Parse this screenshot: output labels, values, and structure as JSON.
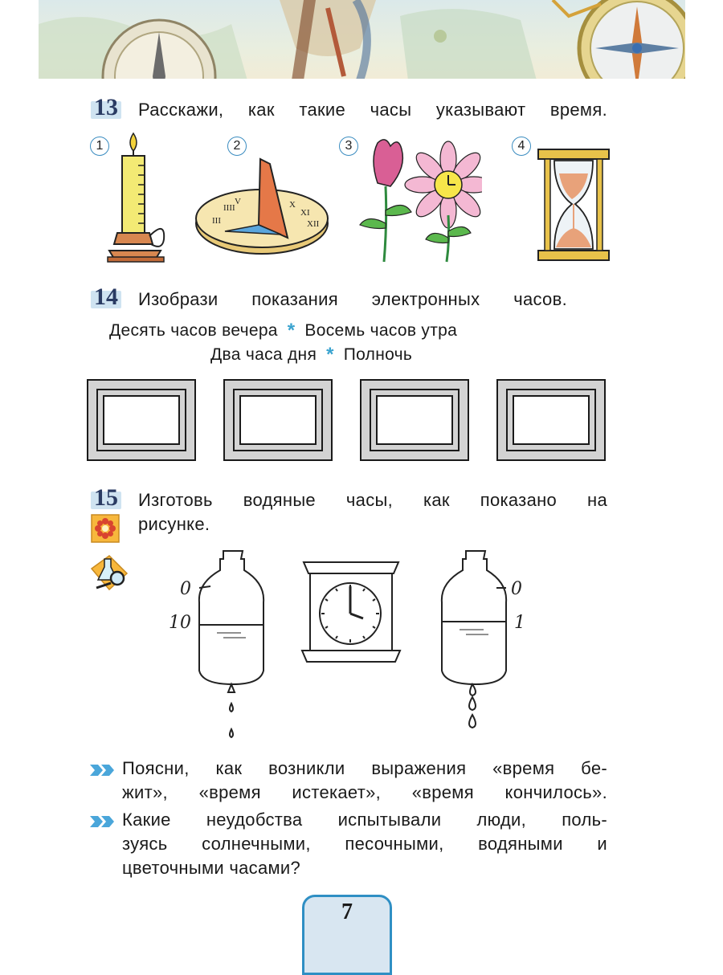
{
  "task13": {
    "number": "13",
    "text": "Расскажи, как такие часы указывают время.",
    "items": [
      {
        "label": "1",
        "icon": "candle-clock-icon"
      },
      {
        "label": "2",
        "icon": "sundial-icon"
      },
      {
        "label": "3",
        "icon": "flower-clock-icon"
      },
      {
        "label": "4",
        "icon": "hourglass-icon"
      }
    ]
  },
  "task14": {
    "number": "14",
    "text": "Изобрази показания электронных часов.",
    "options_line1": [
      "Десять часов вечера",
      "Восемь часов утра"
    ],
    "options_line2": [
      "Два часа дня",
      "Полночь"
    ],
    "separator": "*",
    "screens_count_label": "4"
  },
  "task15": {
    "number": "15",
    "text_line1": "Изготовь водяные часы, как показано на",
    "text_line2": "рисунке.",
    "icons": [
      "practical-work-icon",
      "experiment-icon"
    ],
    "bottle_left_marks": [
      "0",
      "10"
    ],
    "bottle_right_marks": [
      "0",
      "1"
    ]
  },
  "questions": [
    {
      "lines": [
        "Поясни, как возникли выражения «время бе-",
        "жит», «время истекает», «время кончилось»."
      ]
    },
    {
      "lines": [
        "Какие неудобства испытывали люди, поль-",
        "зуясь солнечными, песочными, водяными и",
        "цветочными часами?"
      ]
    }
  ],
  "page_number": "7",
  "colors": {
    "accent": "#2f8fc4",
    "title_number": "#2a3b63",
    "screen_gray": "#d3d3d3"
  }
}
